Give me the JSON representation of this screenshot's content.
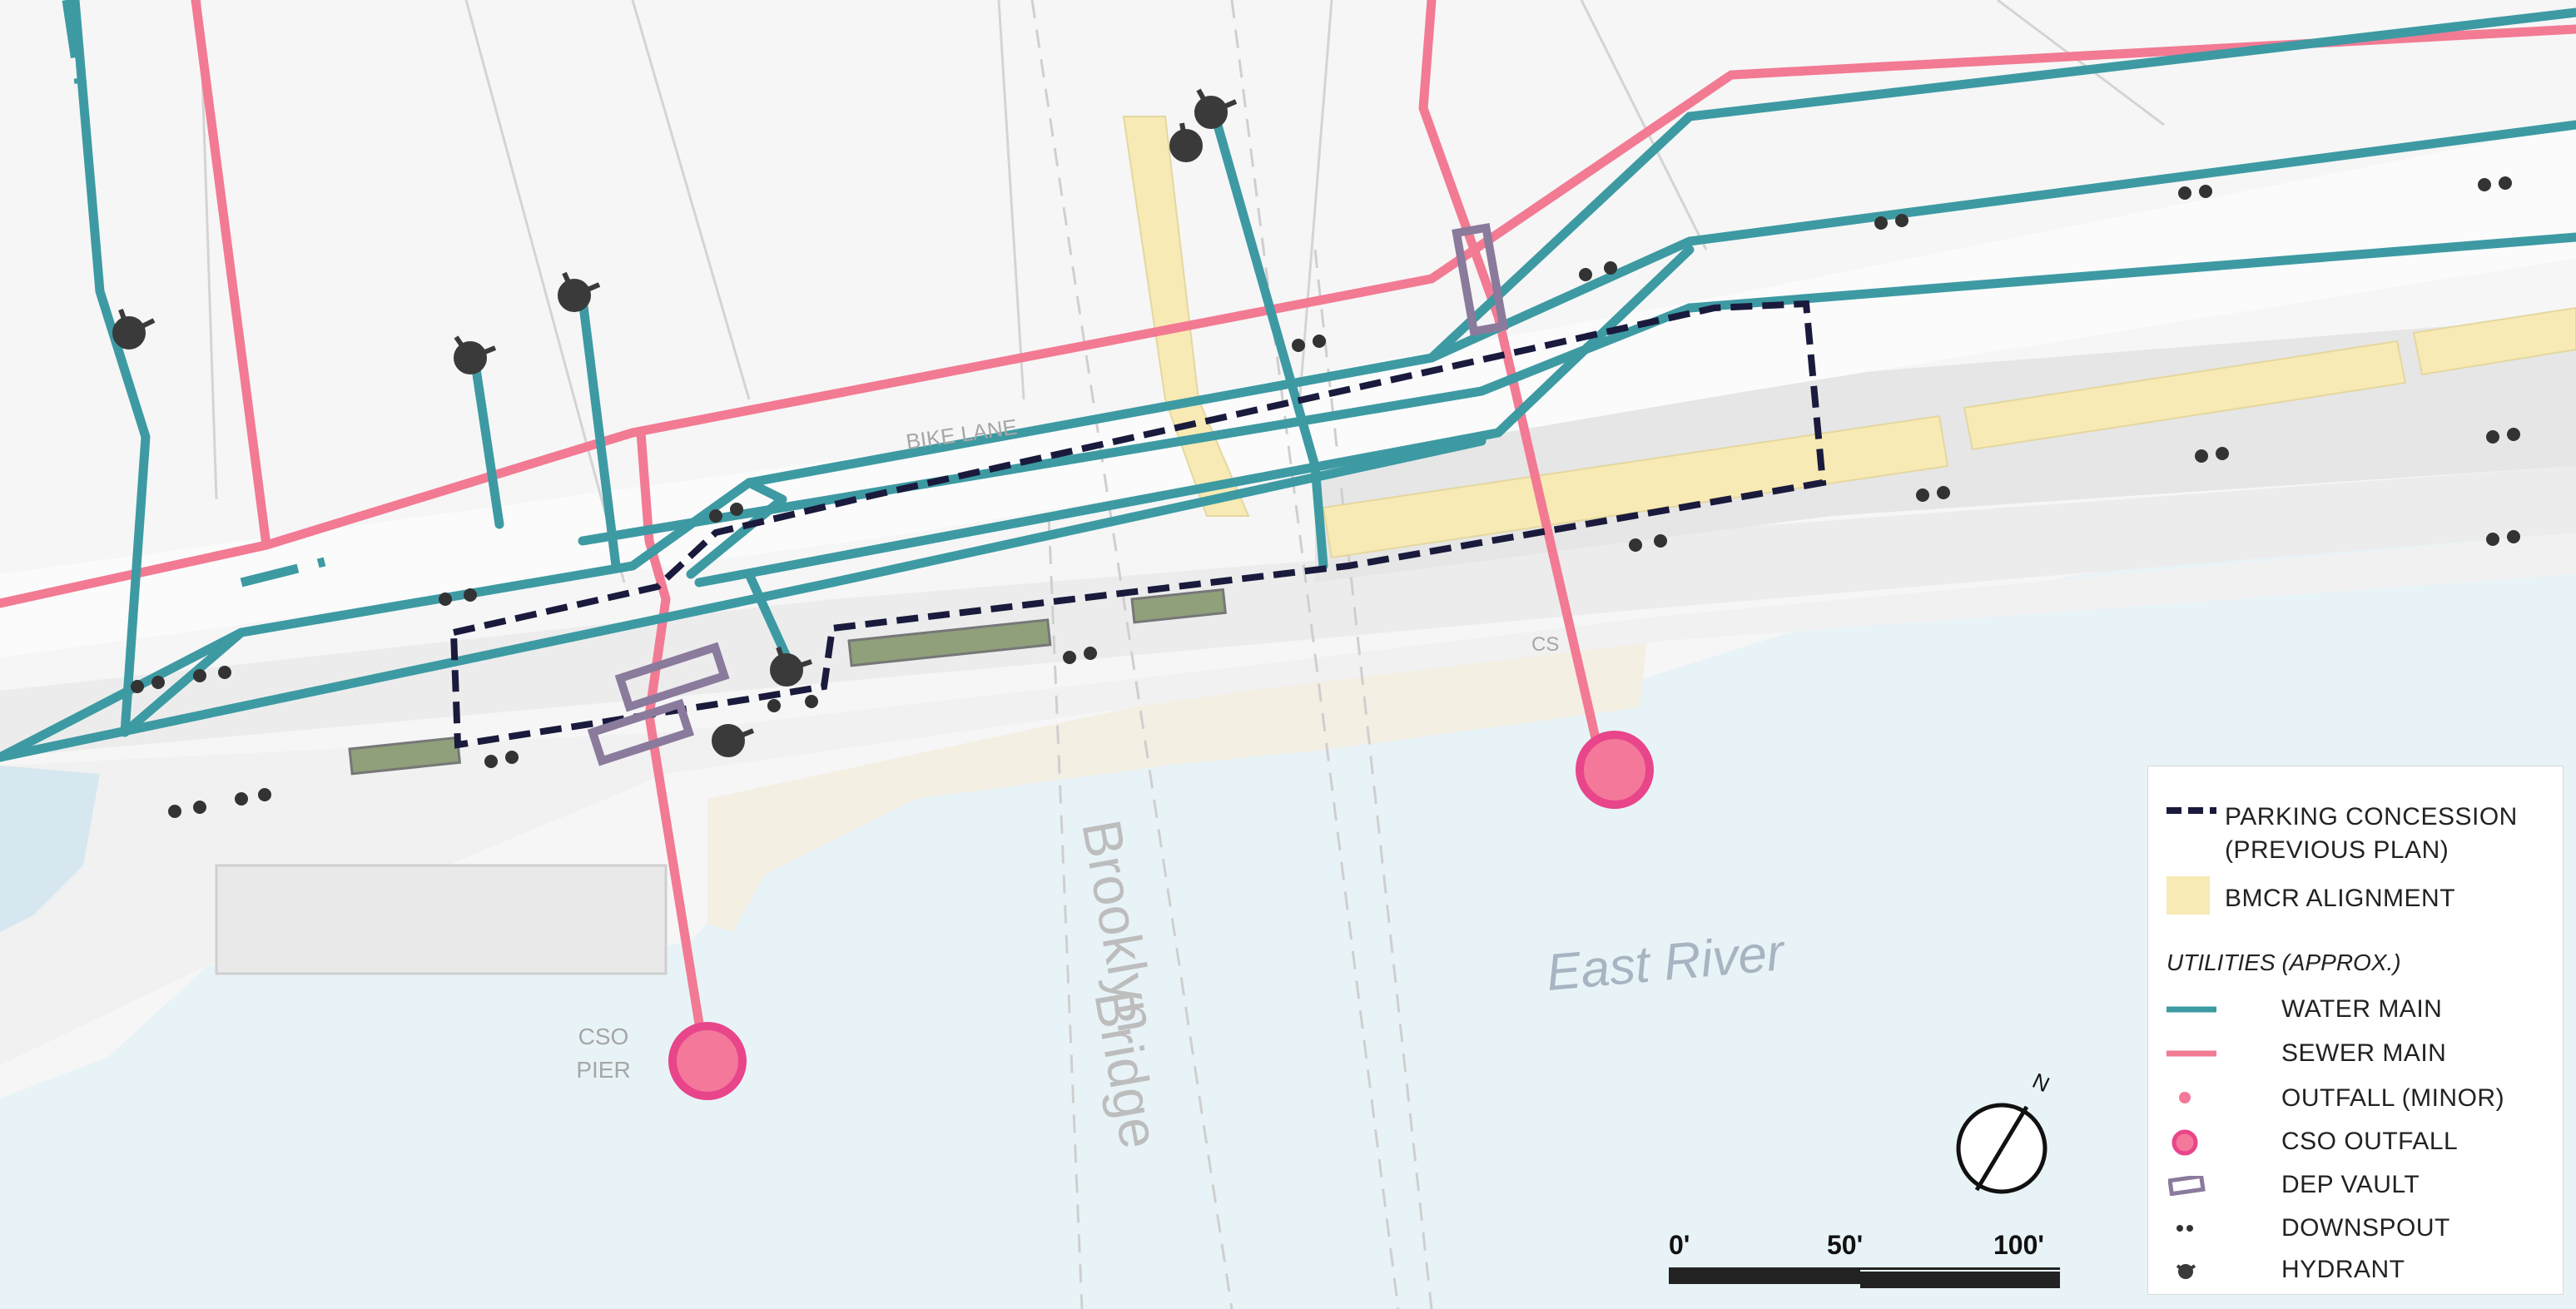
{
  "map": {
    "labels": {
      "bike_lane": "BIKE LANE",
      "cso_pier_line1": "CSO",
      "cso_pier_line2": "PIER",
      "brooklyn": "Brooklyn",
      "bridge": "Bridge",
      "east_river": "East River",
      "cs_marker": "CS"
    },
    "north_label": "N"
  },
  "scale_bar": {
    "labels": [
      "0'",
      "50'",
      "100'"
    ]
  },
  "legend": {
    "items": [
      {
        "label_line1": "PARKING CONCESSION",
        "label_line2": "(PREVIOUS PLAN)",
        "symbol": "dashed-navy-line"
      },
      {
        "label": "BMCR ALIGNMENT",
        "symbol": "yellow-swatch"
      }
    ],
    "utilities_heading": "UTILITIES (APPROX.)",
    "utilities": [
      {
        "label": "WATER MAIN",
        "symbol": "teal-line"
      },
      {
        "label": "SEWER MAIN",
        "symbol": "pink-line"
      },
      {
        "label": "OUTFALL (MINOR)",
        "symbol": "small-pink-dot"
      },
      {
        "label": "CSO OUTFALL",
        "symbol": "large-pink-circle"
      },
      {
        "label": "DEP VAULT",
        "symbol": "purple-rectangle"
      },
      {
        "label": "DOWNSPOUT",
        "symbol": "double-dot"
      },
      {
        "label": "HYDRANT",
        "symbol": "hydrant-icon"
      }
    ]
  },
  "colors": {
    "water_main": "#3d9aa3",
    "sewer_main": "#f27a93",
    "cso_outfall": "#f4789a",
    "cso_outfall_ring": "#e8458a",
    "parking_concession": "#1a1a3d",
    "bmcr_alignment": "#f8eab4",
    "dep_vault": "#8a7a9c",
    "river": "#e8f3f7",
    "beach": "#f4efe3"
  }
}
